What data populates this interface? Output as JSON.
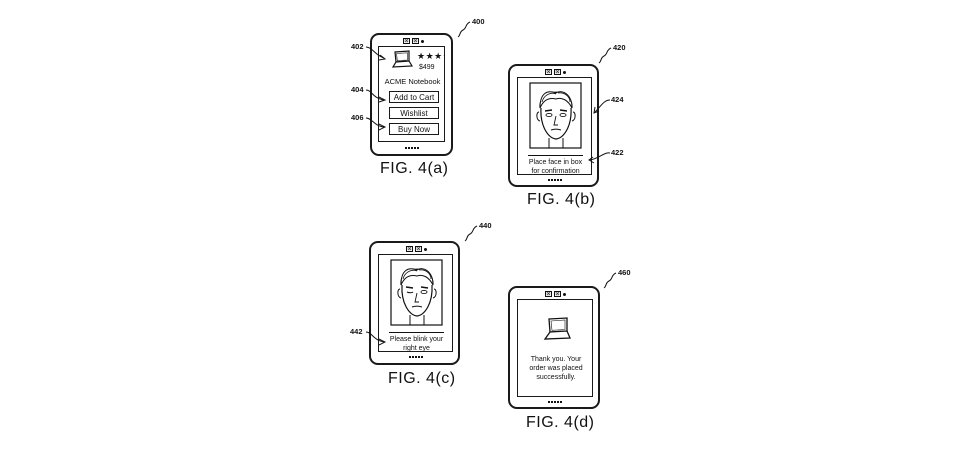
{
  "status_glyph": "⊠",
  "fig_a": {
    "label": "FIG. 4(a)",
    "ref_device": "400",
    "ref_image": "402",
    "ref_buttons": "404",
    "ref_buy": "406",
    "rating": "★★★★",
    "price": "$499",
    "product": "ACME Notebook",
    "btn_cart": "Add to Cart",
    "btn_wish": "Wishlist",
    "btn_buy": "Buy Now"
  },
  "fig_b": {
    "label": "FIG. 4(b)",
    "ref_device": "420",
    "ref_frame": "424",
    "ref_prompt": "422",
    "prompt": "Place face in box for confirmation"
  },
  "fig_c": {
    "label": "FIG. 4(c)",
    "ref_device": "440",
    "ref_prompt": "442",
    "prompt": "Please blink your right eye"
  },
  "fig_d": {
    "label": "FIG. 4(d)",
    "ref_device": "460",
    "message": "Thank you.  Your order was placed successfully."
  }
}
